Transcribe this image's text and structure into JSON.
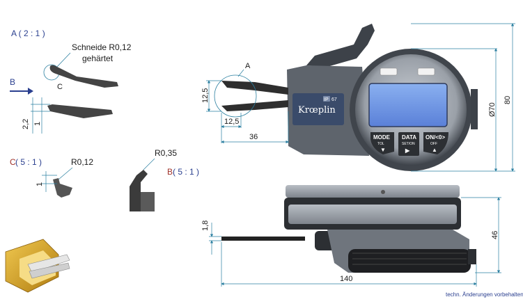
{
  "views": {
    "view_a_title": "A ( 2 : 1 )",
    "view_c_letter": "C",
    "view_c_scale": " ( 5 : 1 )",
    "view_b_letter": "B",
    "view_b_scale": " ( 5 : 1 )",
    "marker_a": "A",
    "marker_b": "B",
    "marker_c": "C"
  },
  "callouts": {
    "edge_line1": "Schneide R0,12",
    "edge_line2": "gehärtet",
    "c_radius": "R0,12",
    "b_radius": "R0,35"
  },
  "dimensions": {
    "tip_gap": "2,2",
    "tip_thick": "1",
    "c_height": "1",
    "jaw_height": "12,5",
    "jaw_width": "12,5",
    "reach": "36",
    "dial_diameter": "Ø70",
    "total_height": "80",
    "jaw_thickness": "1,8",
    "body_depth": "46",
    "total_length": "140"
  },
  "device": {
    "brand": "Krœplin",
    "ip_rating_prefix": "IP",
    "ip_rating_value": "67",
    "buttons": [
      {
        "label": "MODE",
        "sub": "TOL",
        "arrow": "▼"
      },
      {
        "label": "DATA",
        "sub": "SET/ON",
        "arrow": "▶"
      },
      {
        "label": "ON/<0>",
        "sub": "OFF",
        "arrow": "▲"
      }
    ]
  },
  "footer_note": "techn. Änderungen vorbehalten",
  "colors": {
    "dim_line": "#2a7fa0",
    "label_red": "#a0322a",
    "label_blue": "#2a3f8f",
    "lcd": "#6a8fe0",
    "body_dark": "#3a3f47",
    "body_grey": "#8e949c",
    "gold": "#d4a12a"
  }
}
